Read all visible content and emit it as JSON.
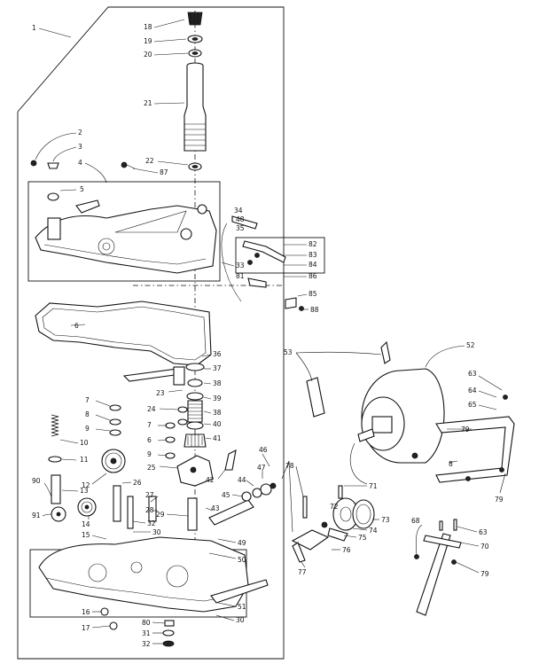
{
  "callouts": [
    {
      "id": "c1",
      "text": "1"
    },
    {
      "id": "c18a",
      "text": "18"
    },
    {
      "id": "c19",
      "text": "19"
    },
    {
      "id": "c20",
      "text": "20"
    },
    {
      "id": "c21",
      "text": "21"
    },
    {
      "id": "c2",
      "text": "2"
    },
    {
      "id": "c3",
      "text": "3"
    },
    {
      "id": "c4",
      "text": "4"
    },
    {
      "id": "c5",
      "text": "5"
    },
    {
      "id": "c22",
      "text": "22"
    },
    {
      "id": "c87",
      "text": "87"
    },
    {
      "id": "c34",
      "text": "34"
    },
    {
      "id": "c48",
      "text": "48"
    },
    {
      "id": "c35a",
      "text": "35"
    },
    {
      "id": "c33a",
      "text": "33"
    },
    {
      "id": "c82",
      "text": "82"
    },
    {
      "id": "c83",
      "text": "83"
    },
    {
      "id": "c84",
      "text": "84"
    },
    {
      "id": "c86",
      "text": "86"
    },
    {
      "id": "c81",
      "text": "81"
    },
    {
      "id": "c85",
      "text": "85"
    },
    {
      "id": "c88",
      "text": "88"
    },
    {
      "id": "c6",
      "text": "6"
    },
    {
      "id": "c36",
      "text": "36"
    },
    {
      "id": "c37",
      "text": "37"
    },
    {
      "id": "c23",
      "text": "23"
    },
    {
      "id": "c38a",
      "text": "38"
    },
    {
      "id": "c7a",
      "text": "7"
    },
    {
      "id": "c8",
      "text": "8"
    },
    {
      "id": "c24",
      "text": "24"
    },
    {
      "id": "c39",
      "text": "39"
    },
    {
      "id": "c38b",
      "text": "38"
    },
    {
      "id": "c9a",
      "text": "9"
    },
    {
      "id": "c10",
      "text": "10"
    },
    {
      "id": "c7b",
      "text": "7"
    },
    {
      "id": "c40",
      "text": "40"
    },
    {
      "id": "c6b",
      "text": "6"
    },
    {
      "id": "c41",
      "text": "41"
    },
    {
      "id": "c9b",
      "text": "9"
    },
    {
      "id": "c11",
      "text": "11"
    },
    {
      "id": "c25",
      "text": "25"
    },
    {
      "id": "c46",
      "text": "46"
    },
    {
      "id": "c12",
      "text": "12"
    },
    {
      "id": "c42",
      "text": "42"
    },
    {
      "id": "c90",
      "text": "90"
    },
    {
      "id": "c13",
      "text": "13"
    },
    {
      "id": "c26",
      "text": "26"
    },
    {
      "id": "c44",
      "text": "44"
    },
    {
      "id": "c47",
      "text": "47"
    },
    {
      "id": "c27",
      "text": "27"
    },
    {
      "id": "c45",
      "text": "45"
    },
    {
      "id": "c43",
      "text": "43"
    },
    {
      "id": "c14",
      "text": "14"
    },
    {
      "id": "c28",
      "text": "28"
    },
    {
      "id": "c91",
      "text": "91"
    },
    {
      "id": "c29",
      "text": "29"
    },
    {
      "id": "c32a",
      "text": "32"
    },
    {
      "id": "c15",
      "text": "15"
    },
    {
      "id": "c30a",
      "text": "30"
    },
    {
      "id": "c49",
      "text": "49"
    },
    {
      "id": "c50",
      "text": "50"
    },
    {
      "id": "c51",
      "text": "51"
    },
    {
      "id": "c30b",
      "text": "30"
    },
    {
      "id": "c16",
      "text": "16"
    },
    {
      "id": "c17",
      "text": "17"
    },
    {
      "id": "c80",
      "text": "80"
    },
    {
      "id": "c31",
      "text": "31"
    },
    {
      "id": "c32b",
      "text": "32"
    },
    {
      "id": "c53",
      "text": "53"
    },
    {
      "id": "c52",
      "text": "52"
    },
    {
      "id": "c63a",
      "text": "63"
    },
    {
      "id": "c64",
      "text": "64"
    },
    {
      "id": "c65",
      "text": "65"
    },
    {
      "id": "c79a",
      "text": "79"
    },
    {
      "id": "c8b",
      "text": "8"
    },
    {
      "id": "c79b",
      "text": "79"
    },
    {
      "id": "c78a",
      "text": "78"
    },
    {
      "id": "c71",
      "text": "71"
    },
    {
      "id": "c72",
      "text": "72"
    },
    {
      "id": "c73",
      "text": "73"
    },
    {
      "id": "c74",
      "text": "74"
    },
    {
      "id": "c75",
      "text": "75"
    },
    {
      "id": "c76",
      "text": "76"
    },
    {
      "id": "c77",
      "text": "77"
    },
    {
      "id": "c68",
      "text": "68"
    },
    {
      "id": "c63b",
      "text": "63"
    },
    {
      "id": "c70",
      "text": "70"
    },
    {
      "id": "c79c",
      "text": "79"
    }
  ]
}
